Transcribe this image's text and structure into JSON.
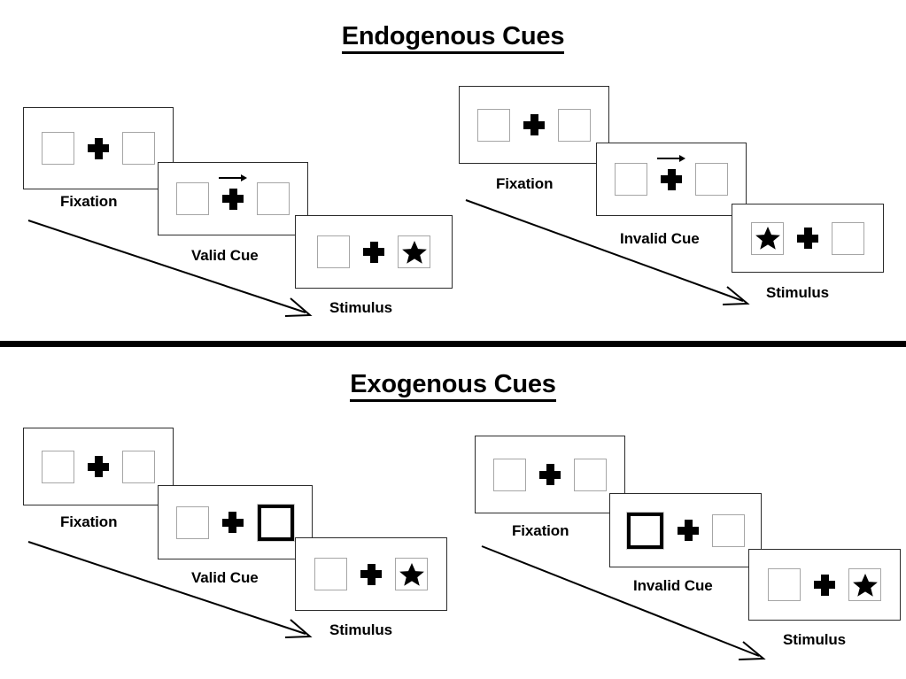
{
  "figure": {
    "background": "#ffffff",
    "accent_color": "#000000",
    "box_border_color": "#a6a6a6",
    "frame_border_color": "#2b2b2b"
  },
  "sections": [
    {
      "id": "endogenous",
      "title": "Endogenous Cues",
      "cue_type": "central arrow cue",
      "conditions": [
        {
          "id": "endogenous-valid",
          "cue_validity": "Valid",
          "frames": [
            {
              "label": "Fixation",
              "cue": "none",
              "star_side": "none",
              "left_box": "normal",
              "right_box": "normal"
            },
            {
              "label": "Valid Cue",
              "cue": "arrow-right",
              "star_side": "none",
              "left_box": "normal",
              "right_box": "normal"
            },
            {
              "label": "Stimulus",
              "cue": "none",
              "star_side": "right",
              "left_box": "normal",
              "right_box": "normal"
            }
          ]
        },
        {
          "id": "endogenous-invalid",
          "cue_validity": "Invalid",
          "frames": [
            {
              "label": "Fixation",
              "cue": "none",
              "star_side": "none",
              "left_box": "normal",
              "right_box": "normal"
            },
            {
              "label": "Invalid Cue",
              "cue": "arrow-right",
              "star_side": "none",
              "left_box": "normal",
              "right_box": "normal"
            },
            {
              "label": "Stimulus",
              "cue": "none",
              "star_side": "left",
              "left_box": "normal",
              "right_box": "normal"
            }
          ]
        }
      ]
    },
    {
      "id": "exogenous",
      "title": "Exogenous Cues",
      "cue_type": "peripheral box flash",
      "conditions": [
        {
          "id": "exogenous-valid",
          "cue_validity": "Valid",
          "frames": [
            {
              "label": "Fixation",
              "cue": "none",
              "star_side": "none",
              "left_box": "normal",
              "right_box": "normal"
            },
            {
              "label": "Valid Cue",
              "cue": "box-highlight-right",
              "star_side": "none",
              "left_box": "normal",
              "right_box": "cued"
            },
            {
              "label": "Stimulus",
              "cue": "none",
              "star_side": "right",
              "left_box": "normal",
              "right_box": "normal"
            }
          ]
        },
        {
          "id": "exogenous-invalid",
          "cue_validity": "Invalid",
          "frames": [
            {
              "label": "Fixation",
              "cue": "none",
              "star_side": "none",
              "left_box": "normal",
              "right_box": "normal"
            },
            {
              "label": "Invalid Cue",
              "cue": "box-highlight-left",
              "star_side": "none",
              "left_box": "cued",
              "right_box": "normal"
            },
            {
              "label": "Stimulus",
              "cue": "none",
              "star_side": "right",
              "left_box": "normal",
              "right_box": "normal"
            }
          ]
        }
      ]
    }
  ],
  "labels": {
    "fixation": "Fixation",
    "valid_cue": "Valid Cue",
    "invalid_cue": "Invalid Cue",
    "stimulus": "Stimulus"
  },
  "icons": {
    "fixation_cross": "plus-icon",
    "cue_arrow": "arrow-right-icon",
    "target": "star-icon",
    "flow": "diagonal-arrow-icon"
  }
}
